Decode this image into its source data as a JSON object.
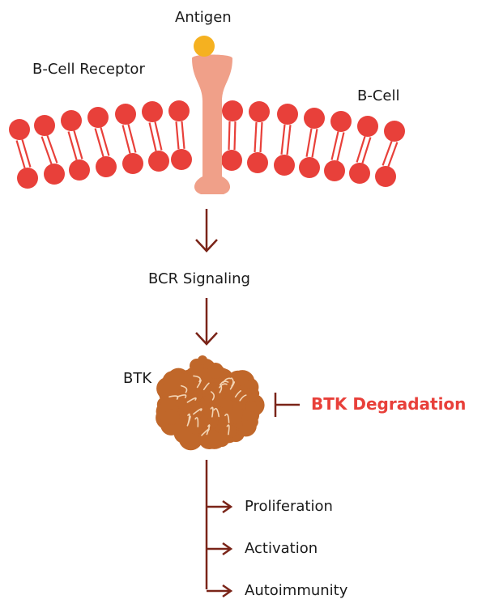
{
  "labels": {
    "antigen": "Antigen",
    "receptor": "B-Cell Receptor",
    "cell": "B-Cell",
    "signaling": "BCR Signaling",
    "btk": "BTK",
    "degradation": "BTK Degradation"
  },
  "outcomes": [
    "Proliferation",
    "Activation",
    "Autoimmunity"
  ],
  "colors": {
    "lipid": "#e8403a",
    "receptor": "#f0a089",
    "antigen": "#f5b120",
    "protein": "#c0672a",
    "arrow": "#7a2418",
    "degradation_text": "#e8403a"
  },
  "icons": {
    "inhibition": "t-bar-inhibition-icon",
    "arrow": "arrow-down-icon"
  }
}
